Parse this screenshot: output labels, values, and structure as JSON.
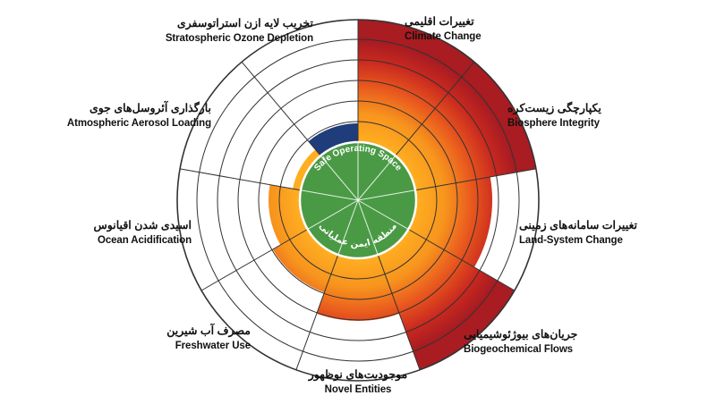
{
  "center": {
    "label_en": "Safe Operating Space",
    "label_fa": "منطقه ایمن عملیاتی",
    "color": "#4a9a45"
  },
  "colors": {
    "ozone": "#1f3d7a",
    "ring_lines": "#333333",
    "gradient_inner": "#ffa51e",
    "gradient_mid": "#e8571e",
    "gradient_outer": "#b01e22"
  },
  "boundaries": [
    {
      "id": "climate-change",
      "fa": "تغییرات اقلیمی",
      "en": "Climate Change"
    },
    {
      "id": "biosphere-integrity",
      "fa": "یکپارچگی زیست‌کره",
      "en": "Biosphere Integrity"
    },
    {
      "id": "land-system-change",
      "fa": "تغییرات سامانه‌های زمینی",
      "en": "Land-System Change"
    },
    {
      "id": "biogeochemical-flows",
      "fa": "جریان‌های بیوژئوشیمیایی",
      "en": "Biogeochemical Flows"
    },
    {
      "id": "novel-entities",
      "fa": "موجودیت‌های نوظهور",
      "en": "Novel Entities"
    },
    {
      "id": "freshwater-use",
      "fa": "مصرف آب شیرین",
      "en": "Freshwater Use"
    },
    {
      "id": "ocean-acidification",
      "fa": "اسیدی شدن اقیانوس",
      "en": "Ocean Acidification"
    },
    {
      "id": "atmospheric-aerosol-loading",
      "fa": "بارگذاری آئروسل‌های جوی",
      "en": "Atmospheric Aerosol Loading"
    },
    {
      "id": "stratospheric-ozone-depletion",
      "fa": "تخریب لایه ازن استراتوسفری",
      "en": "Stratospheric Ozone Depletion"
    }
  ]
}
